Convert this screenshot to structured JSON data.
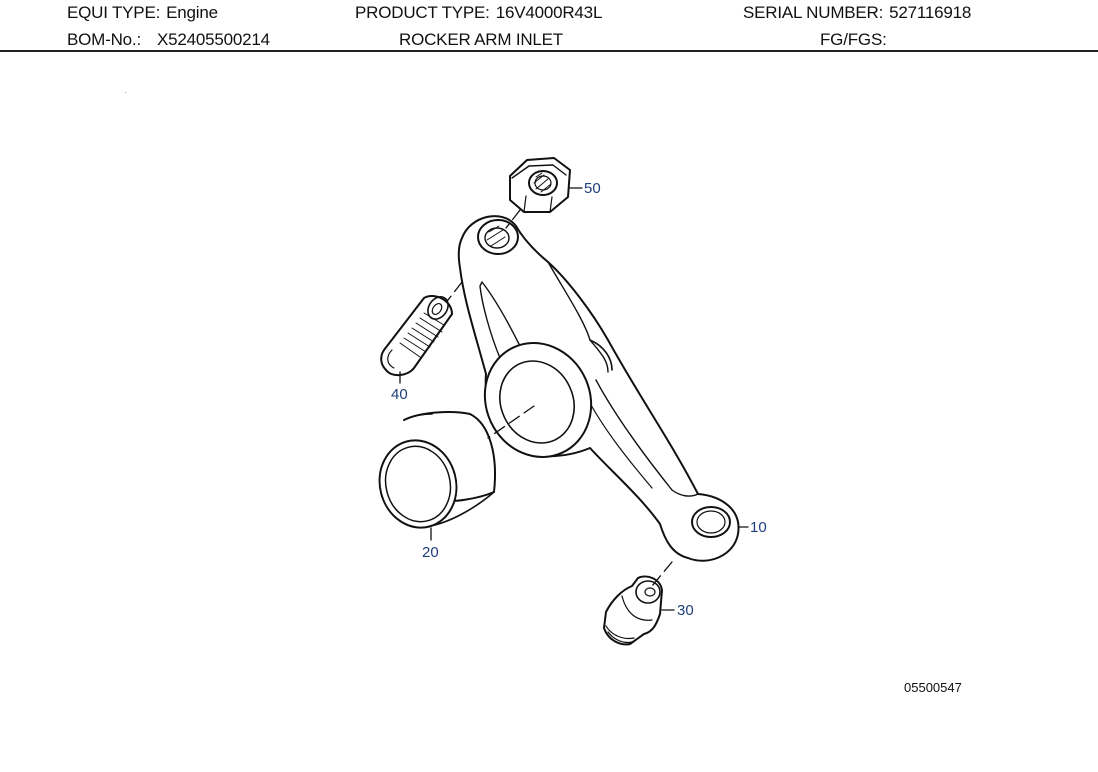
{
  "header": {
    "equi_type": {
      "label": "EQUI TYPE:",
      "value": "Engine"
    },
    "product_type": {
      "label": "PRODUCT TYPE:",
      "value": "16V4000R43L"
    },
    "serial_number": {
      "label": "SERIAL NUMBER:",
      "value": "527116918"
    },
    "bom_no": {
      "label": "BOM-No.:",
      "value": "X52405500214"
    },
    "title": "ROCKER ARM INLET",
    "fg_fgs": {
      "label": "FG/FGS:",
      "value": ""
    }
  },
  "callouts": {
    "rocker_arm": "10",
    "bushing": "20",
    "adjusting_screw": "30",
    "stud": "40",
    "nut": "50"
  },
  "drawing_number": "05500547"
}
